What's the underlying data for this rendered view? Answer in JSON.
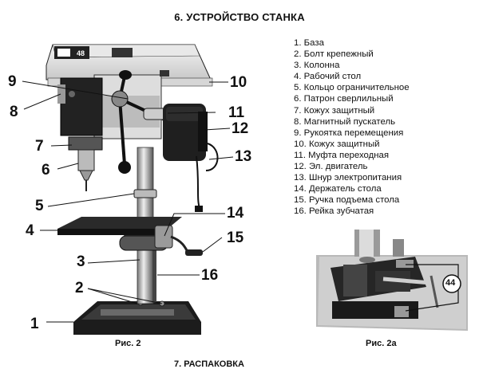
{
  "section_title": "6. УСТРОЙСТВО СТАНКА",
  "parts": [
    "1. База",
    "2. Болт крепежный",
    "3. Колонна",
    "4. Рабочий стол",
    "5. Кольцо ограничительное",
    "6. Патрон сверлильный",
    "7. Кожух защитный",
    "8. Магнитный пускатель",
    "9. Рукоятка перемещения",
    "10. Кожух защитный",
    "11. Муфта переходная",
    "12. Эл. двигатель",
    "13. Шнур электропитания",
    "14. Держатель стола",
    "15. Ручка  подъема стола",
    "16. Рейка зубчатая"
  ],
  "callouts": [
    "1",
    "2",
    "3",
    "4",
    "5",
    "6",
    "7",
    "8",
    "9",
    "10",
    "11",
    "12",
    "13",
    "14",
    "15",
    "16"
  ],
  "head_badge": "48",
  "vise_badge": "44",
  "captions": {
    "fig2": "Рис. 2",
    "fig2a": "Рис. 2а"
  },
  "next_section_fragment": "7. РАСПАКОВКА"
}
